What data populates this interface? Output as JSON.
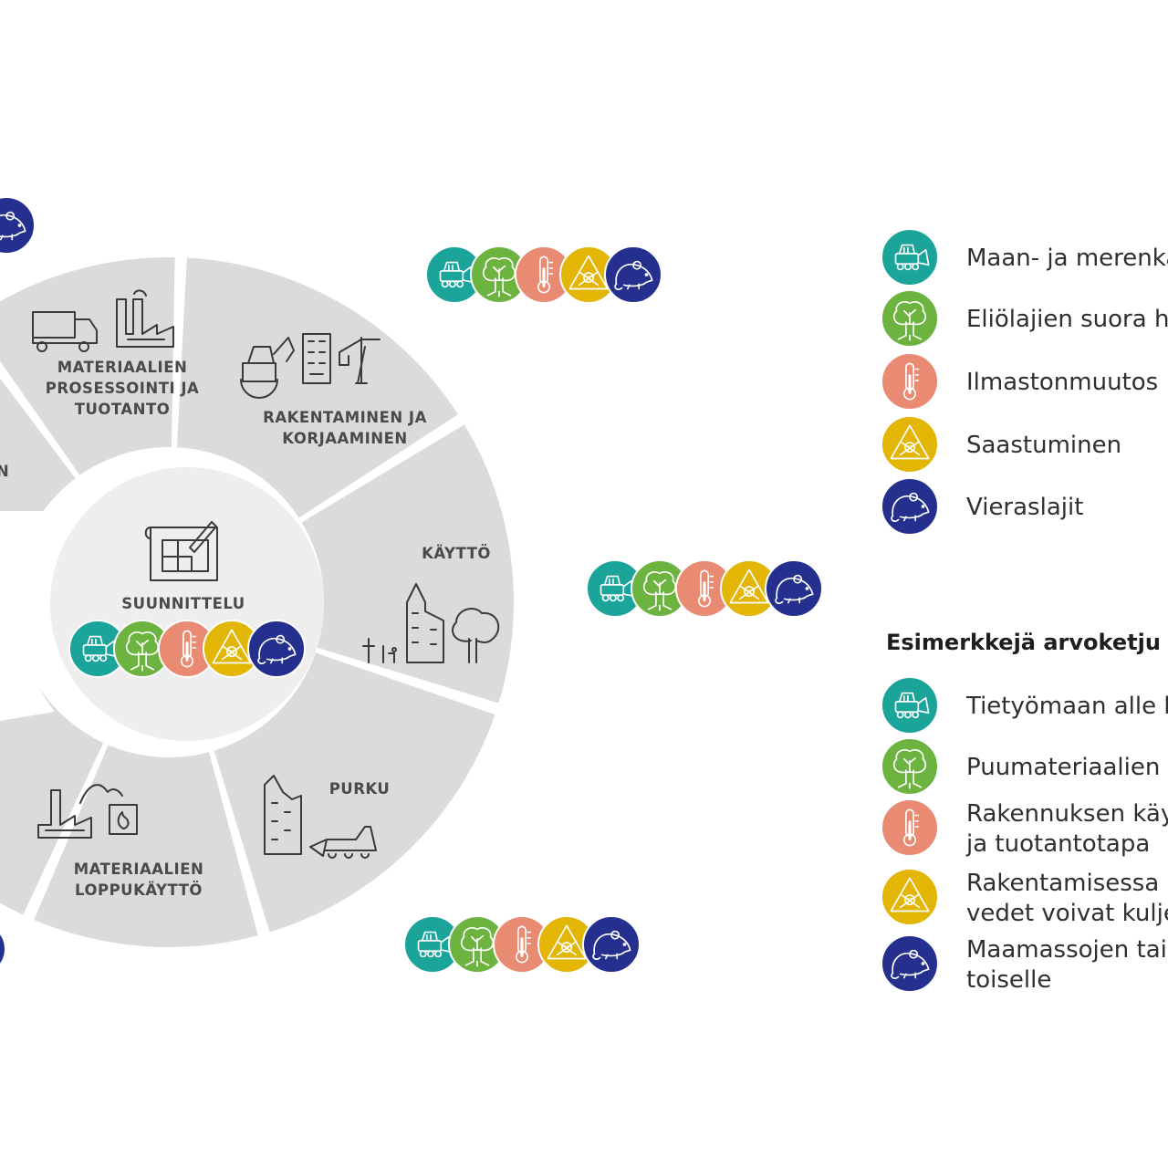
{
  "colors": {
    "land_sea": "#1aa49a",
    "species": "#6cb33f",
    "climate": "#e98b72",
    "pollution": "#e3b505",
    "invasive": "#25308e",
    "segment": "#dcdadc",
    "center": "#eeeeee"
  },
  "wheel": {
    "center_label": "SUUNNITTELU",
    "segments": [
      {
        "lines": [
          "MATERIAALIEN",
          "PROSESSOINTI  JA",
          "TUOTANTO"
        ]
      },
      {
        "lines": [
          "RAKENTAMINEN  JA",
          "KORJAAMINEN"
        ]
      },
      {
        "lines": [
          "KÄYTTÖ"
        ]
      },
      {
        "lines": [
          "PURKU"
        ]
      },
      {
        "lines": [
          "MATERIAALIEN",
          "LOPPUKÄYTTÖ"
        ]
      },
      {
        "lines": [
          "DEN"
        ]
      }
    ]
  },
  "icons": {
    "land_sea": "bulldozer-icon",
    "species": "tree-icon",
    "climate": "thermometer-icon",
    "pollution": "hazard-skull-icon",
    "invasive": "rat-icon"
  },
  "legend": {
    "items": [
      {
        "key": "land_sea",
        "lines": [
          "Maan- ja merenkä"
        ]
      },
      {
        "key": "species",
        "lines": [
          "Eliölajien suora hy"
        ]
      },
      {
        "key": "climate",
        "lines": [
          "Ilmastonmuutos"
        ]
      },
      {
        "key": "pollution",
        "lines": [
          "Saastuminen"
        ]
      },
      {
        "key": "invasive",
        "lines": [
          "Vieraslajit"
        ]
      }
    ]
  },
  "examples": {
    "heading": "Esimerkkejä arvoketju",
    "items": [
      {
        "key": "land_sea",
        "lines": [
          "Tietyömaan alle k"
        ]
      },
      {
        "key": "species",
        "lines": [
          "Puumateriaalien k"
        ]
      },
      {
        "key": "climate",
        "lines": [
          "Rakennuksen käyt",
          "ja tuotantotapa"
        ]
      },
      {
        "key": "pollution",
        "lines": [
          "Rakentamisessa k",
          "vedet voivat kuljet"
        ]
      },
      {
        "key": "invasive",
        "lines": [
          "Maamassojen tai",
          "toiselle"
        ]
      }
    ]
  },
  "impact_order": [
    "land_sea",
    "species",
    "climate",
    "pollution",
    "invasive"
  ]
}
